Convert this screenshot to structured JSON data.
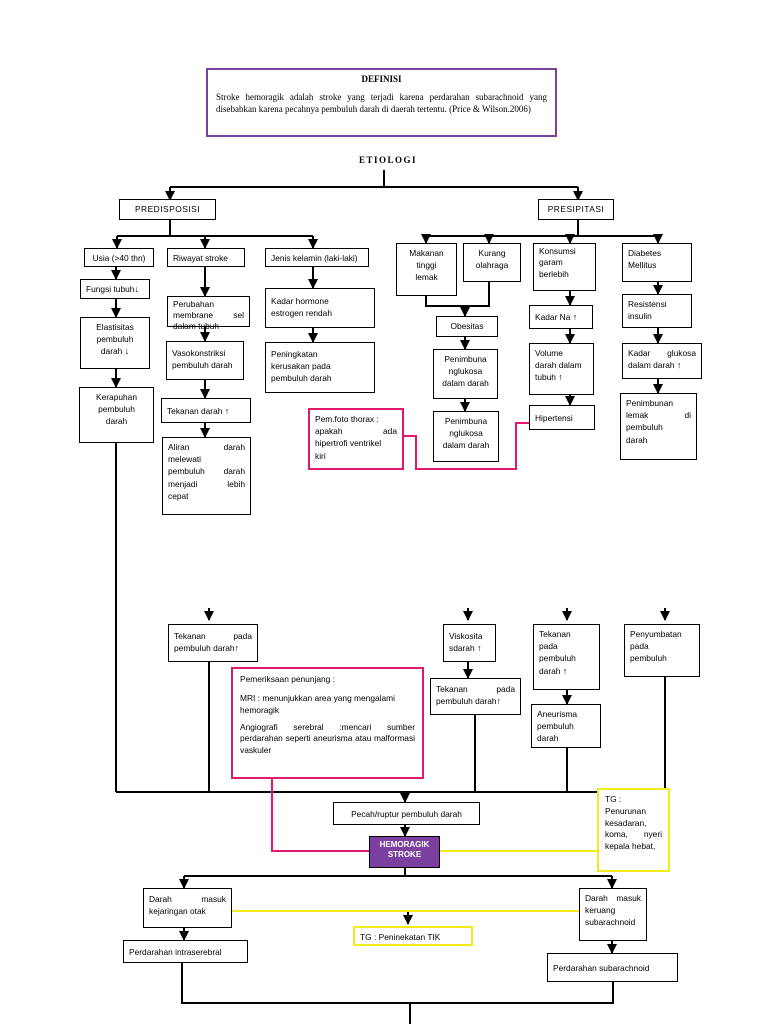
{
  "definition": {
    "title": "DEFINISI",
    "body": "Stroke hemoragik adalah stroke yang terjadi karena perdarahan subarachnoid yang disebabkan karena pecahnya pembuluh darah di daerah tertentu. (Price & Wilson.2006)"
  },
  "etiologi": "ETIOLOGI",
  "predisposisi": "PREDISPOSISI",
  "presipitasi": "PRESIPITASI",
  "arrow_up": "↑",
  "arrow_down": "↓",
  "pred": {
    "usia": "Usia (>40 thn)",
    "fungsi_tubuh": "Fungsi tubuh",
    "elastisitas": [
      "Elastisitas",
      "pembuluh",
      "darah"
    ],
    "kerapuhan": [
      "Kerapuhan",
      "pembuluh",
      "darah"
    ],
    "riwayat": "Riwayat stroke",
    "perubahan": [
      "Perubahan",
      "membrane sel",
      "dalam tubuh"
    ],
    "vasokonstriksi": [
      "Vasokonstriksi",
      "pembuluh darah"
    ],
    "tekanan": "Tekanan darah",
    "aliran": [
      "Aliran darah",
      "melewati",
      "pembuluh darah",
      "menjadi lebih",
      "cepat"
    ],
    "jenis_kelamin": "Jenis kelamin (laki-laki)",
    "kadar_hormone": [
      "Kadar hormone",
      "estrogen rendah"
    ],
    "peningkatan_kerusakan": [
      "Peningkatan",
      "kerusakan pada",
      "pembuluh darah"
    ]
  },
  "pres": {
    "makanan": [
      "Makanan",
      "tinggi",
      "lemak"
    ],
    "kurang_olahraga": [
      "Kurang",
      "olahraga"
    ],
    "obesitas": "Obesitas",
    "penimbunan_1": [
      "Penimbuna",
      "nglukosa",
      "dalam darah"
    ],
    "penimbunan_2": [
      "Penimbuna",
      "nglukosa",
      "dalam darah"
    ],
    "konsumsi": [
      "Konsumsi",
      "garam",
      "berlebih"
    ],
    "kadar_na": "Kadar Na",
    "volume": [
      "Volume",
      "darah dalam",
      "tubuh"
    ],
    "hipertensi": "Hipertensi",
    "diabetes": [
      "Diabetes",
      "Mellitus"
    ],
    "resistensi": [
      "Resistensi",
      "insulin"
    ],
    "kadar_glukosa": [
      "Kadar glukosa",
      "dalam darah"
    ],
    "penimbunan_lemak": [
      "Penimbunan",
      "lemak di",
      "pembuluh",
      "darah"
    ]
  },
  "foto_thorax": [
    "Pem.foto thorax :",
    "apakah ada",
    "hipertrofi ventrikel",
    "kiri"
  ],
  "mid": {
    "tekanan_pd": [
      "Tekanan pada",
      "pembuluh darah"
    ],
    "viskositas": [
      "Viskosita",
      "sdarah"
    ],
    "tekanan_pd_2": [
      "Tekanan pada",
      "pembuluh darah"
    ],
    "tekanan_pd_3": [
      "Tekanan",
      "pada",
      "pembuluh",
      "darah"
    ],
    "aneurisma": [
      "Aneurisma",
      "pembuluh",
      "darah"
    ],
    "penyumbatan": [
      "Penyumbatan",
      "pada",
      "pembuluh"
    ]
  },
  "penunjang": {
    "title": "Pemeriksaan penunjang :",
    "mri": "MRI : menunjukkan area yang mengalami hemoragik",
    "angio": "Angiografi serebral :mencari sumber perdarahan seperti aneurisma atau malformasi vaskuler"
  },
  "pecah": "Pecah/ruptur pembuluh darah",
  "tg_right": [
    "TG :",
    "Penurunan",
    "kesadaran,",
    "koma, nyeri",
    "kepala hebat,"
  ],
  "hemoragik": [
    "HEMORAGIK",
    "STROKE"
  ],
  "darah_otak": [
    "Darah masuk",
    "kejaringan otak"
  ],
  "darah_sub": [
    "Darah masuk",
    "keruang",
    "subarachnoid"
  ],
  "tg_tik": "TG : Peninekatan TIK",
  "intraserebral": "Perdarahan intraserebral",
  "subarachnoid": "Perdarahan subarachnoid",
  "colors": {
    "purple": "#7b3fa0",
    "pink": "#e2186f",
    "yellow": "#f2ea1c"
  }
}
